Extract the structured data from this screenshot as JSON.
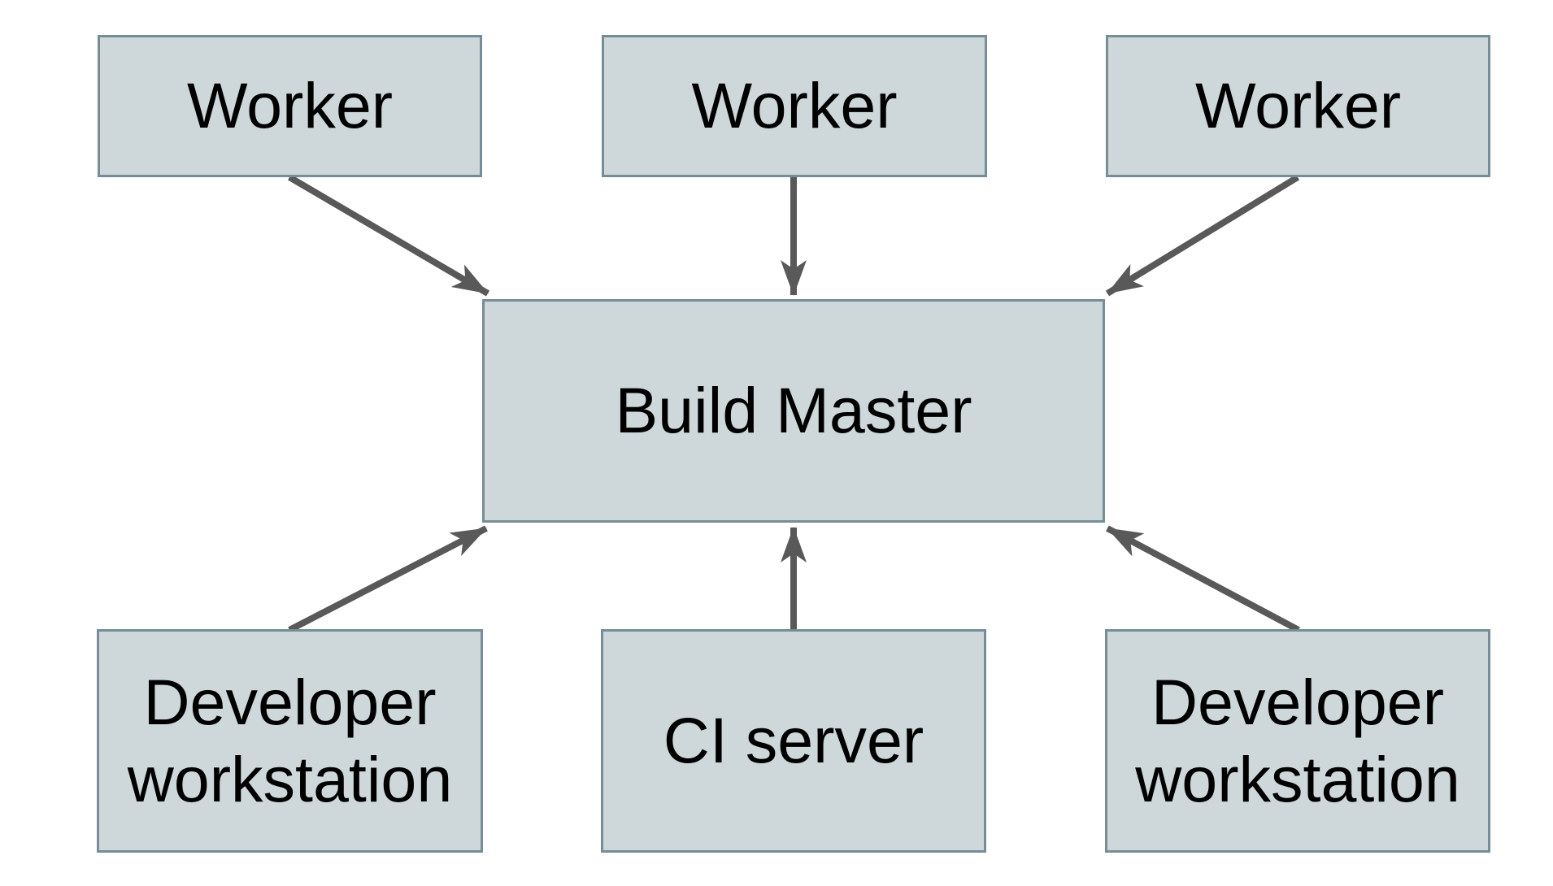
{
  "diagram": {
    "type": "architecture-diagram",
    "nodes": [
      {
        "id": "worker-1",
        "label": "Worker"
      },
      {
        "id": "worker-2",
        "label": "Worker"
      },
      {
        "id": "worker-3",
        "label": "Worker"
      },
      {
        "id": "build-master",
        "label": "Build Master"
      },
      {
        "id": "developer-workstation-1",
        "label": "Developer workstation"
      },
      {
        "id": "ci-server",
        "label": "CI server"
      },
      {
        "id": "developer-workstation-2",
        "label": "Developer workstation"
      }
    ],
    "edges": [
      {
        "from": "worker-1",
        "to": "build-master"
      },
      {
        "from": "worker-2",
        "to": "build-master"
      },
      {
        "from": "worker-3",
        "to": "build-master"
      },
      {
        "from": "developer-workstation-1",
        "to": "build-master"
      },
      {
        "from": "ci-server",
        "to": "build-master"
      },
      {
        "from": "developer-workstation-2",
        "to": "build-master"
      }
    ],
    "colors": {
      "node_fill": "#ced7d9",
      "node_border": "#768d97",
      "arrow": "#595959",
      "text": "#000000",
      "background": "#ffffff"
    }
  }
}
